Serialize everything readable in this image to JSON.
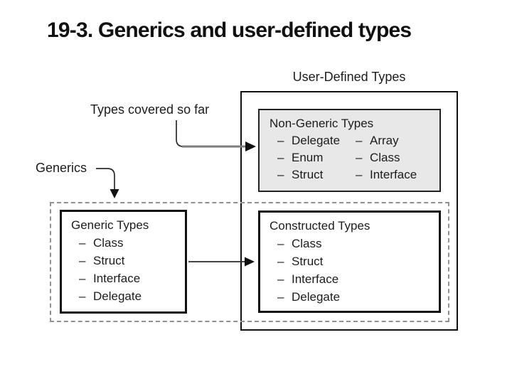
{
  "slide": {
    "title": "19-3. Generics and user-defined types"
  },
  "diagram": {
    "user_defined_types_label": "User-Defined Types",
    "annotations": {
      "types_covered": "Types covered so far",
      "generics": "Generics"
    },
    "bullet": "–",
    "non_generic_box": {
      "title": "Non-Generic Types",
      "column1": [
        "Delegate",
        "Enum",
        "Struct"
      ],
      "column2": [
        "Array",
        "Class",
        "Interface"
      ]
    },
    "generic_box": {
      "title": "Generic Types",
      "items": [
        "Class",
        "Struct",
        "Interface",
        "Delegate"
      ]
    },
    "constructed_box": {
      "title": "Constructed Types",
      "items": [
        "Class",
        "Struct",
        "Interface",
        "Delegate"
      ]
    },
    "colors": {
      "text": "#1c1c1c",
      "non_generic_fill": "#e8e8e8",
      "dashed_border": "#919191",
      "gray_arrow": "#7d7d7d"
    }
  }
}
